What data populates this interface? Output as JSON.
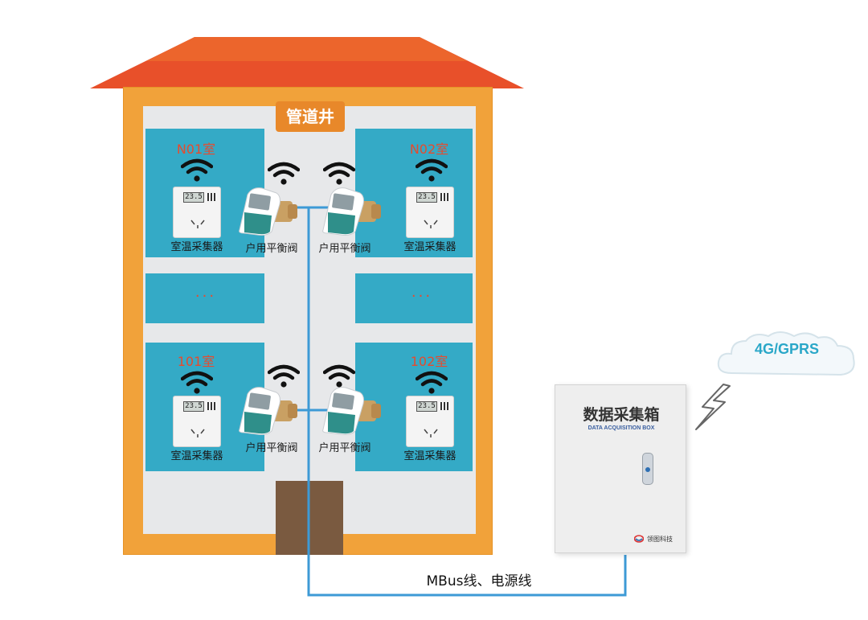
{
  "shaft": {
    "label": "管道井"
  },
  "rooms": [
    {
      "title": "N01室",
      "sensor_label": "室温采集器",
      "sensor_display": "23.5"
    },
    {
      "title": "N02室",
      "sensor_label": "室温采集器",
      "sensor_display": "23.5"
    },
    {
      "title": "101室",
      "sensor_label": "室温采集器",
      "sensor_display": "23.5"
    },
    {
      "title": "102室",
      "sensor_label": "室温采集器",
      "sensor_display": "23.5"
    }
  ],
  "middle_rooms": [
    {
      "text": "···"
    },
    {
      "text": "···"
    }
  ],
  "valves": [
    {
      "label": "户用平衡阀"
    },
    {
      "label": "户用平衡阀"
    },
    {
      "label": "户用平衡阀"
    },
    {
      "label": "户用平衡阀"
    }
  ],
  "box": {
    "title": "数据采集箱",
    "subtitle": "DATA ACQUISITION BOX",
    "brand": "领图科技"
  },
  "network": {
    "label": "4G/GPRS"
  },
  "cable": {
    "label": "MBus线、电源线"
  },
  "colors": {
    "roof": "#e8502a",
    "wall": "#f1a23a",
    "room": "#34aac6",
    "room_title": "#e64b2e",
    "cable": "#3d9ad6",
    "cloud_text": "#2aa7c8"
  },
  "icons": {
    "wireless": "wifi-icon",
    "network": "lightning-icon",
    "cloud": "cloud-icon"
  }
}
